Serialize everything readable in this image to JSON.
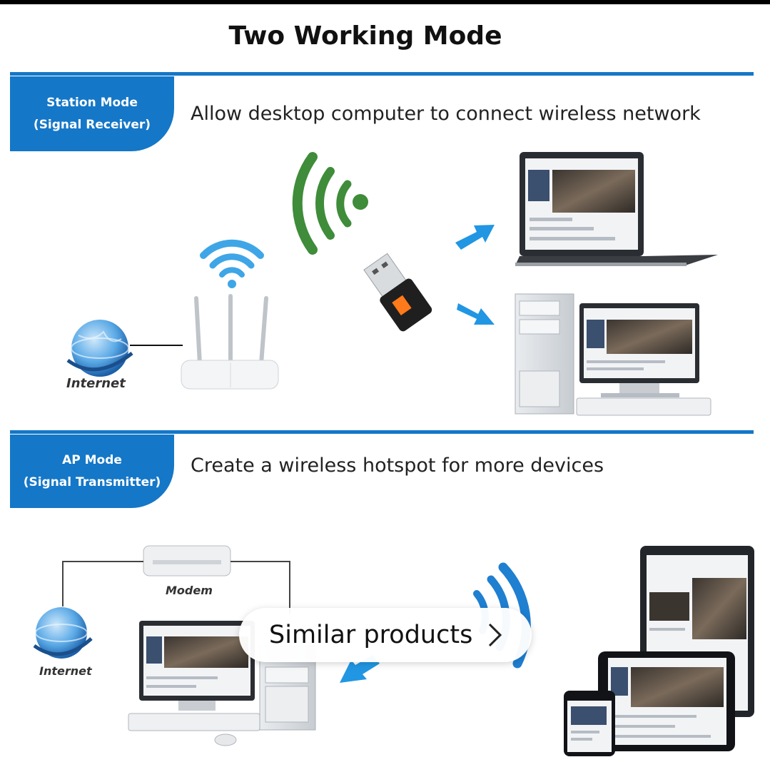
{
  "title": "Two Working Mode",
  "station": {
    "badge_line1": "Station Mode",
    "badge_line2": "(Signal Receiver)",
    "description": "Allow desktop computer to connect wireless network",
    "internet_label": "Internet"
  },
  "ap": {
    "badge_line1": "AP Mode",
    "badge_line2": "(Signal Transmitter)",
    "description": "Create a wireless hotspot for more devices",
    "modem_label": "Modem",
    "internet_label": "Internet"
  },
  "overlay": {
    "similar_products_label": "Similar products"
  },
  "colors": {
    "accent_blue": "#1577c7",
    "signal_green": "#3f8c3a",
    "signal_light_blue": "#3ea6e6",
    "arrow_blue": "#2196e3"
  },
  "icons": [
    "globe-icon",
    "router-icon",
    "wifi-icon",
    "usb-adapter-icon",
    "laptop-icon",
    "desktop-computer-icon",
    "modem-icon",
    "tablet-icon",
    "phone-icon",
    "arrow-icon",
    "chevron-right-icon"
  ]
}
